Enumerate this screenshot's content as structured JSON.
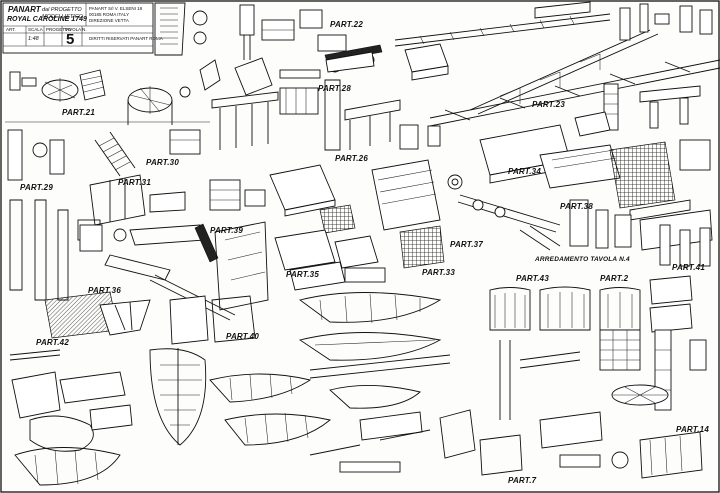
{
  "title_block": {
    "brand": "PANART",
    "subtitle_1": "dal PROGETTO",
    "subtitle_2": "MODELLISTICO",
    "model_name": "ROYAL CAROLINE 1749",
    "reference_1": "PANART Srl  V. ELSENI 18",
    "reference_2": "00185 ROMA  ITALY",
    "reference_3": "DIREZIONE VETTA",
    "header_1": "ART.",
    "header_2": "SCALA",
    "header_3": "PROGETTO",
    "header_4": "TAVOLA N.",
    "scale_value": "1:48",
    "sheet_number": "5",
    "footer": "DIRITTI RISERVATI  PANART ROMA"
  },
  "part_labels": [
    "PART.21",
    "PART.22",
    "PART.23",
    "PART.26",
    "PART.28",
    "PART.29",
    "PART.30",
    "PART.31",
    "PART.33",
    "PART.34",
    "PART.35",
    "PART.36",
    "PART.37",
    "PART.38",
    "PART.39",
    "PART.40",
    "PART.41",
    "PART.42",
    "PART.43",
    "PART.2",
    "PART.14",
    "PART.7",
    "ARREDAMENTO TAVOLA N.4"
  ]
}
